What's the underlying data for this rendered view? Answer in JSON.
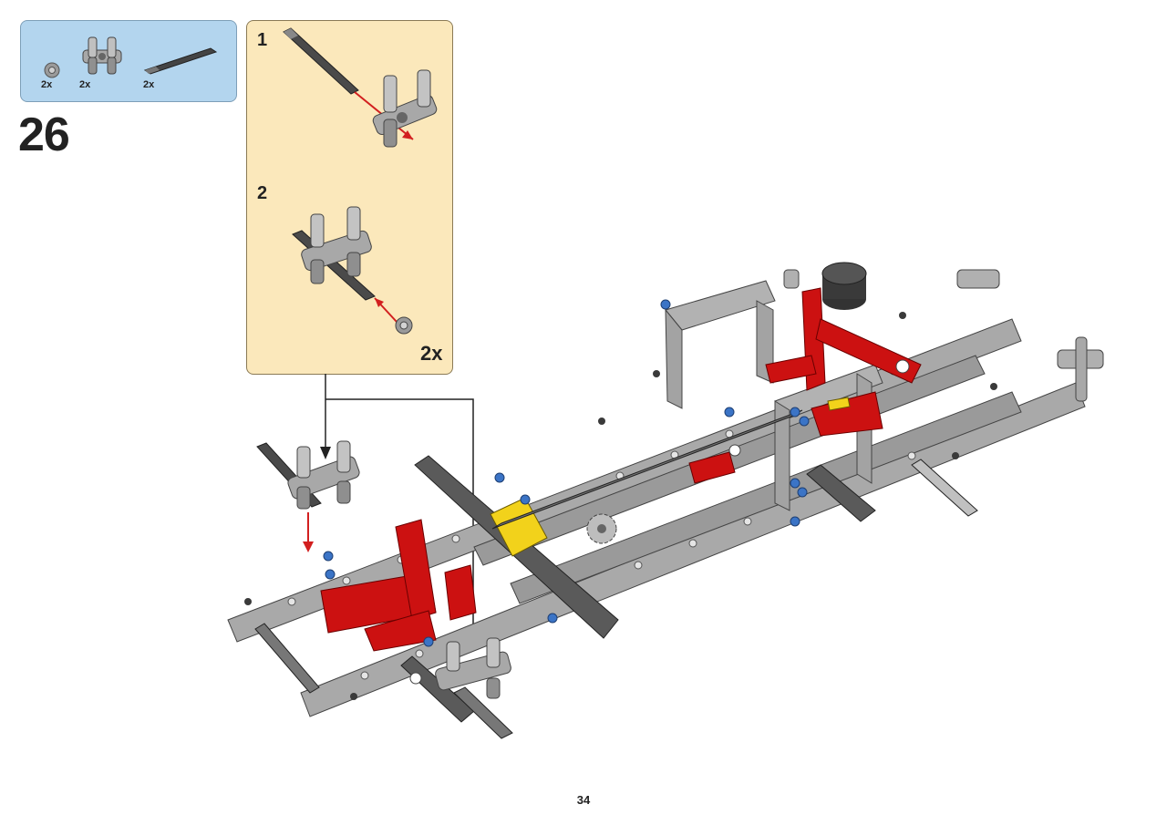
{
  "parts_list": {
    "items": [
      {
        "icon": "bush-icon",
        "qty": "2x"
      },
      {
        "icon": "cross-block-icon",
        "qty": "2x"
      },
      {
        "icon": "axle-icon",
        "qty": "2x"
      }
    ]
  },
  "step": {
    "number": "26"
  },
  "substeps": [
    {
      "number": "1"
    },
    {
      "number": "2",
      "qty": "2x"
    }
  ],
  "page": {
    "number": "34"
  },
  "colors": {
    "parts_box_bg": "#b3d5ee",
    "substep_box_bg": "#fbe8bb",
    "beam_gray": "#a9a9a9",
    "red": "#cc1111",
    "yellow": "#f2d21b",
    "blue_pin": "#3b74c6",
    "dark_gray": "#5a5a5a"
  }
}
